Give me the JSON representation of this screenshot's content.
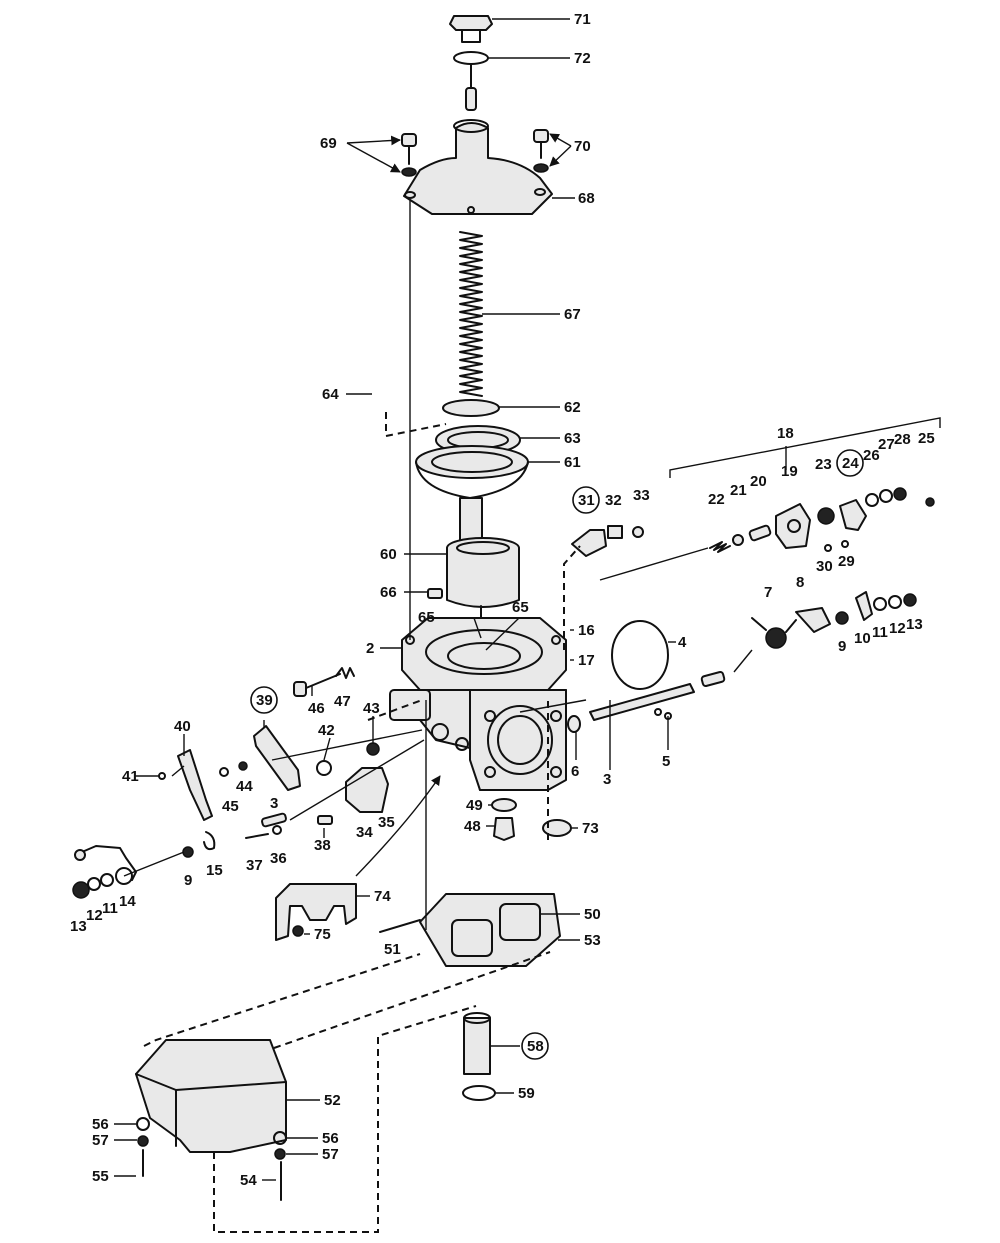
{
  "labels": {
    "l71": "71",
    "l72": "72",
    "l69": "69",
    "l70": "70",
    "l68": "68",
    "l67": "67",
    "l64": "64",
    "l62": "62",
    "l63": "63",
    "l61": "61",
    "l60": "60",
    "l66": "66",
    "l65a": "65",
    "l65b": "65",
    "l2": "2",
    "l16": "16",
    "l17": "17",
    "l4": "4",
    "l31": "31",
    "l32": "32",
    "l33": "33",
    "l18": "18",
    "l19": "19",
    "l20": "20",
    "l21": "21",
    "l22": "22",
    "l23": "23",
    "l24": "24",
    "l26": "26",
    "l27": "27",
    "l28": "28",
    "l25": "25",
    "l29": "29",
    "l30": "30",
    "l7": "7",
    "l8": "8",
    "l9r": "9",
    "l10r": "10",
    "l11r": "11",
    "l12r": "12",
    "l13r": "13",
    "l5": "5",
    "l3r": "3",
    "l6": "6",
    "l39": "39",
    "l40": "40",
    "l41": "41",
    "l42": "42",
    "l43": "43",
    "l44": "44",
    "l45": "45",
    "l46": "46",
    "l47": "47",
    "l34": "34",
    "l35": "35",
    "l3l": "3",
    "l36": "36",
    "l37": "37",
    "l38": "38",
    "l49": "49",
    "l48": "48",
    "l73": "73",
    "l9l": "9",
    "l15": "15",
    "l13l": "13",
    "l12l": "12",
    "l11l": "11",
    "l14": "14",
    "l74": "74",
    "l75": "75",
    "l50": "50",
    "l51": "51",
    "l53": "53",
    "l58": "58",
    "l59": "59",
    "l52": "52",
    "l56a": "56",
    "l57a": "57",
    "l55": "55",
    "l56b": "56",
    "l57b": "57",
    "l54": "54"
  }
}
